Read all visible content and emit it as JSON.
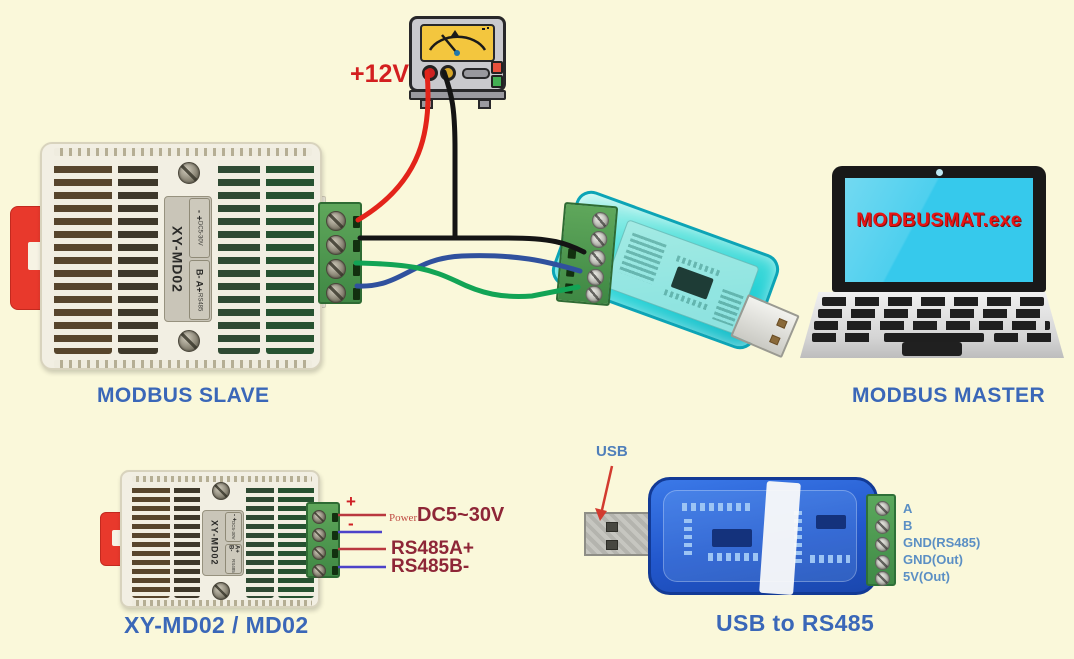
{
  "colors": {
    "background": "#FAF8DA",
    "caption_blue": "#3A67B8",
    "wire_red": "#E3241A",
    "wire_black": "#141414",
    "wire_blue": "#30519E",
    "wire_green": "#12A455",
    "pin_line_red": "#B9383F",
    "pin_line_blue": "#4D43C9",
    "pin_text_maroon": "#8E2637",
    "screen_cyan": "#36C9EC",
    "app_text_red": "#E61414",
    "arrow_red": "#D23B2F"
  },
  "power_supply": {
    "voltage_label": "+12V"
  },
  "device_label": {
    "model": "XY-MD02",
    "power_pins": "- +",
    "power_sub": "DC5-30V",
    "rs485_pins": "B- A+",
    "rs485_sub": "RS485"
  },
  "modbus_slave": {
    "caption": "MODBUS SLAVE"
  },
  "modbus_master": {
    "caption": "MODBUS MASTER",
    "screen_app": "MODBUSMAT.exe"
  },
  "sensor_pinout": {
    "caption": "XY-MD02 / MD02",
    "plus": "+",
    "minus": "-",
    "power_prefix": "Power",
    "power_range": "DC5~30V",
    "rs485_a": "RS485A+",
    "rs485_b": "RS485B-"
  },
  "usb_converter": {
    "caption": "USB to RS485",
    "usb_label": "USB",
    "pins": [
      "A",
      "B",
      "GND(RS485)",
      "GND(Out)",
      "5V(Out)"
    ]
  }
}
